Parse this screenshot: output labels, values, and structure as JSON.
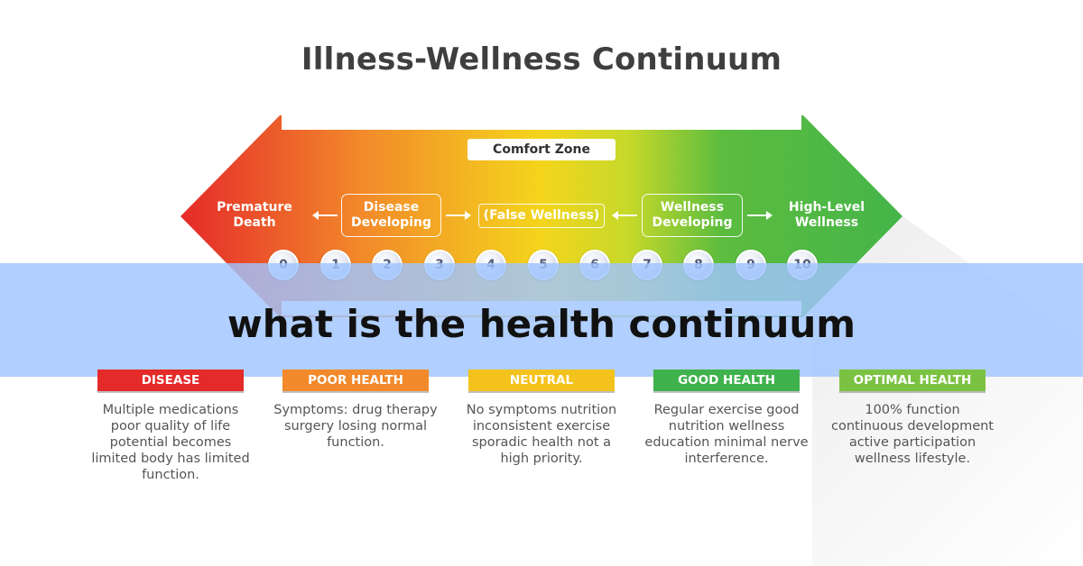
{
  "title": "Illness-Wellness Continuum",
  "comfort_zone": "Comfort Zone",
  "ends": {
    "left": "Premature Death",
    "right": "High-Level Wellness"
  },
  "stages": {
    "disease_developing": "Disease Developing",
    "false_wellness": "(False Wellness)",
    "wellness_developing": "Wellness Developing"
  },
  "scale": [
    "0",
    "1",
    "2",
    "3",
    "4",
    "5",
    "6",
    "7",
    "8",
    "9",
    "10"
  ],
  "banner": "what is the health continuum",
  "categories": [
    {
      "label": "DISEASE",
      "color": "#e52a2a",
      "text": "Multiple medications poor quality of life potential becomes limited body has limited function."
    },
    {
      "label": "POOR HEALTH",
      "color": "#f2892a",
      "text": "Symptoms: drug therapy surgery losing normal function."
    },
    {
      "label": "NEUTRAL",
      "color": "#f4c21c",
      "text": "No symptoms nutrition inconsistent exercise sporadic health not a high priority."
    },
    {
      "label": "GOOD HEALTH",
      "color": "#3fb24d",
      "text": "Regular exercise good nutrition wellness education minimal nerve interference."
    },
    {
      "label": "OPTIMAL HEALTH",
      "color": "#7cc242",
      "text": "100% function continuous development active participation wellness lifestyle."
    }
  ],
  "colors": {
    "red": "#e52a2a",
    "orange": "#f2892a",
    "yellow": "#f4d51c",
    "green": "#44b549"
  }
}
